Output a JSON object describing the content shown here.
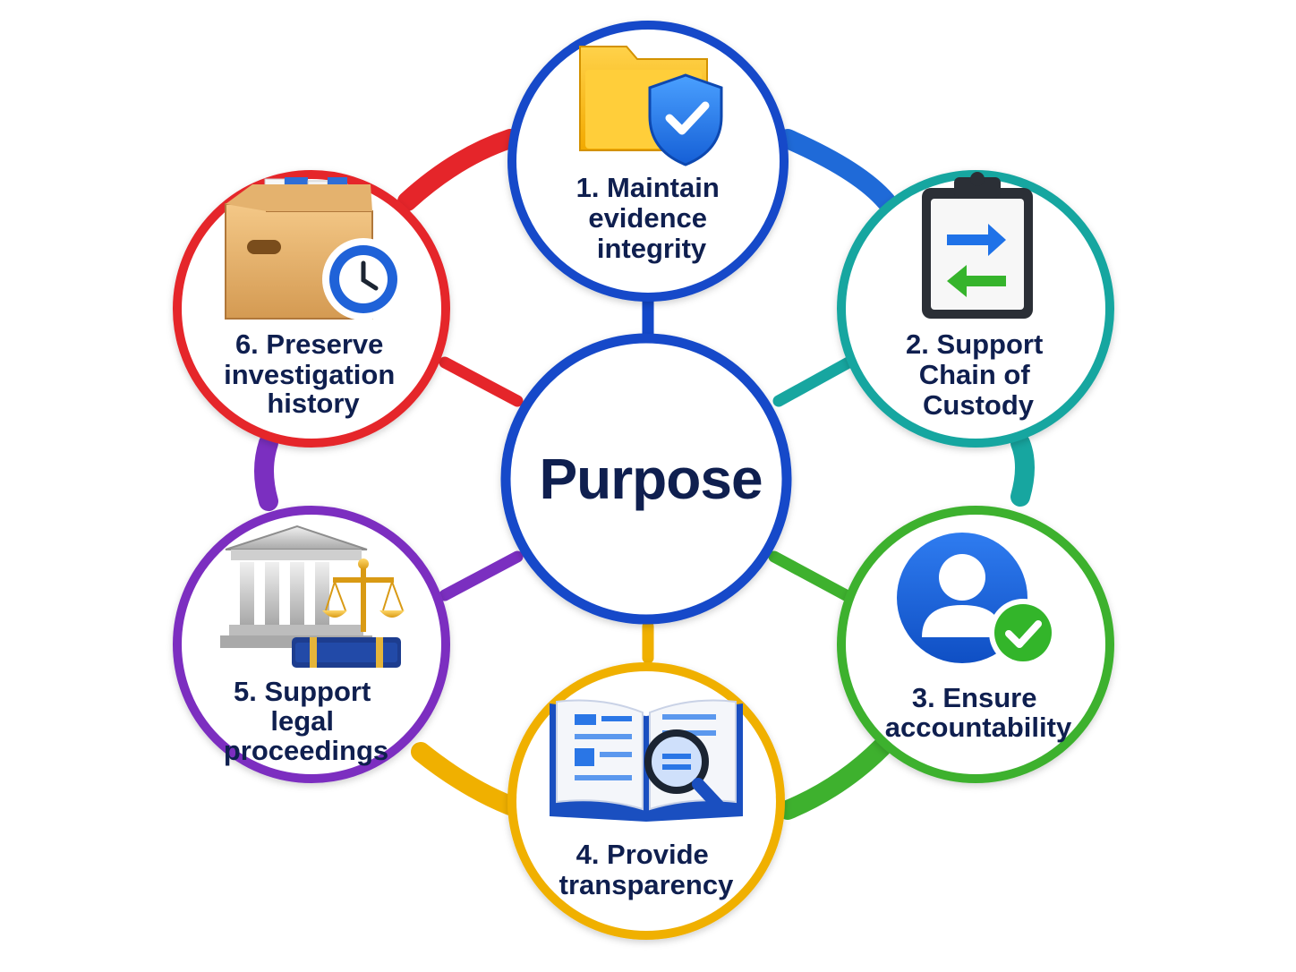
{
  "center": {
    "label": "Purpose",
    "color": "#1348c9"
  },
  "ring_colors": {
    "top_right": "#1f6ad8",
    "right": "#17a6a0",
    "bottom_right": "#3eb12e",
    "bottom_left": "#f0b000",
    "left": "#7b2fc0",
    "top_left": "#e5252a"
  },
  "nodes": [
    {
      "id": "n1",
      "lines": [
        "1. Maintain",
        "evidence",
        "integrity"
      ],
      "color": "#1348c9",
      "icon": "folder-shield-icon"
    },
    {
      "id": "n2",
      "lines": [
        "2. Support",
        "Chain of",
        "Custody"
      ],
      "color": "#17a6a0",
      "icon": "clipboard-transfer-icon"
    },
    {
      "id": "n3",
      "lines": [
        "3. Ensure",
        "accountability"
      ],
      "color": "#3eb12e",
      "icon": "user-check-icon"
    },
    {
      "id": "n4",
      "lines": [
        "4. Provide",
        "transparency"
      ],
      "color": "#f0b000",
      "icon": "book-magnifier-icon"
    },
    {
      "id": "n5",
      "lines": [
        "5. Support",
        "legal",
        "proceedings"
      ],
      "color": "#7b2fc0",
      "icon": "courthouse-scales-icon"
    },
    {
      "id": "n6",
      "lines": [
        "6. Preserve",
        "investigation",
        "history"
      ],
      "color": "#e5252a",
      "icon": "archive-box-clock-icon"
    }
  ]
}
